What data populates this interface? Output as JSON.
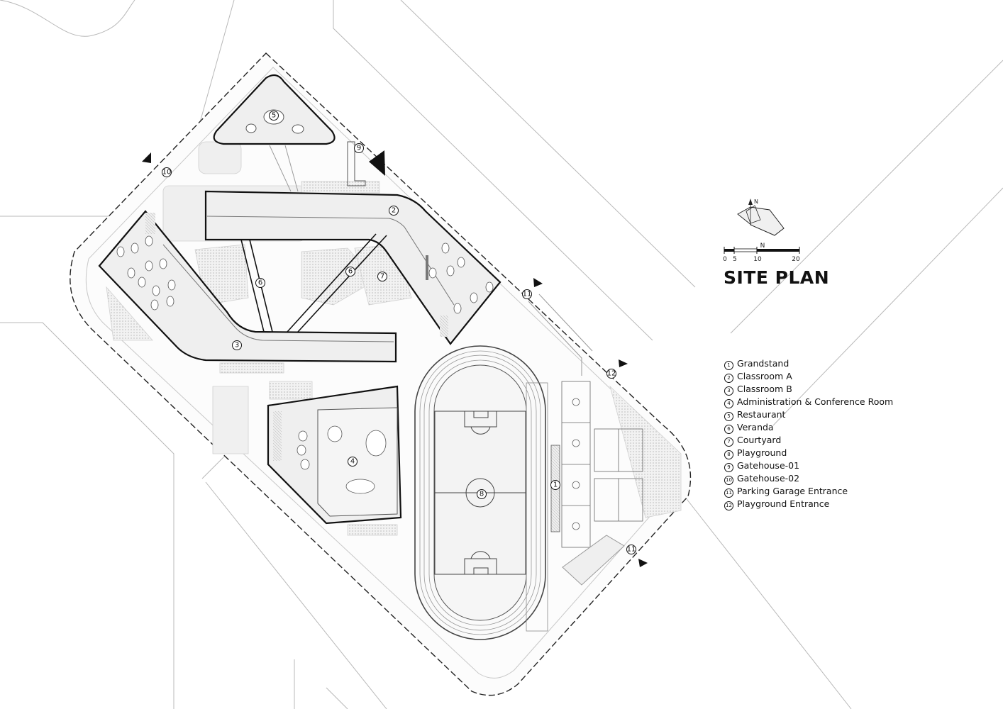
{
  "title": "SITE PLAN",
  "north_label": "N",
  "scale_bar": {
    "ticks": [
      "0",
      "5",
      "10",
      "20"
    ],
    "north": "N"
  },
  "legend": [
    {
      "num": "1",
      "label": "Grandstand"
    },
    {
      "num": "2",
      "label": "Classroom A"
    },
    {
      "num": "3",
      "label": "Classroom B"
    },
    {
      "num": "4",
      "label": "Administration & Conference Room"
    },
    {
      "num": "5",
      "label": "Restaurant"
    },
    {
      "num": "6",
      "label": "Veranda"
    },
    {
      "num": "7",
      "label": "Courtyard"
    },
    {
      "num": "8",
      "label": "Playground"
    },
    {
      "num": "9",
      "label": "Gatehouse-01"
    },
    {
      "num": "10",
      "label": "Gatehouse-02"
    },
    {
      "num": "11",
      "label": "Parking Garage Entrance"
    },
    {
      "num": "12",
      "label": "Playground Entrance"
    }
  ],
  "plan_markers": [
    "5",
    "9",
    "10",
    "2",
    "6",
    "6",
    "7",
    "3",
    "11",
    "12",
    "4",
    "8",
    "1",
    "11"
  ],
  "colors": {
    "line": "#111111",
    "road": "#b5b5b5",
    "fill_light": "#ededed",
    "fill_green": "#f1f1f1"
  }
}
